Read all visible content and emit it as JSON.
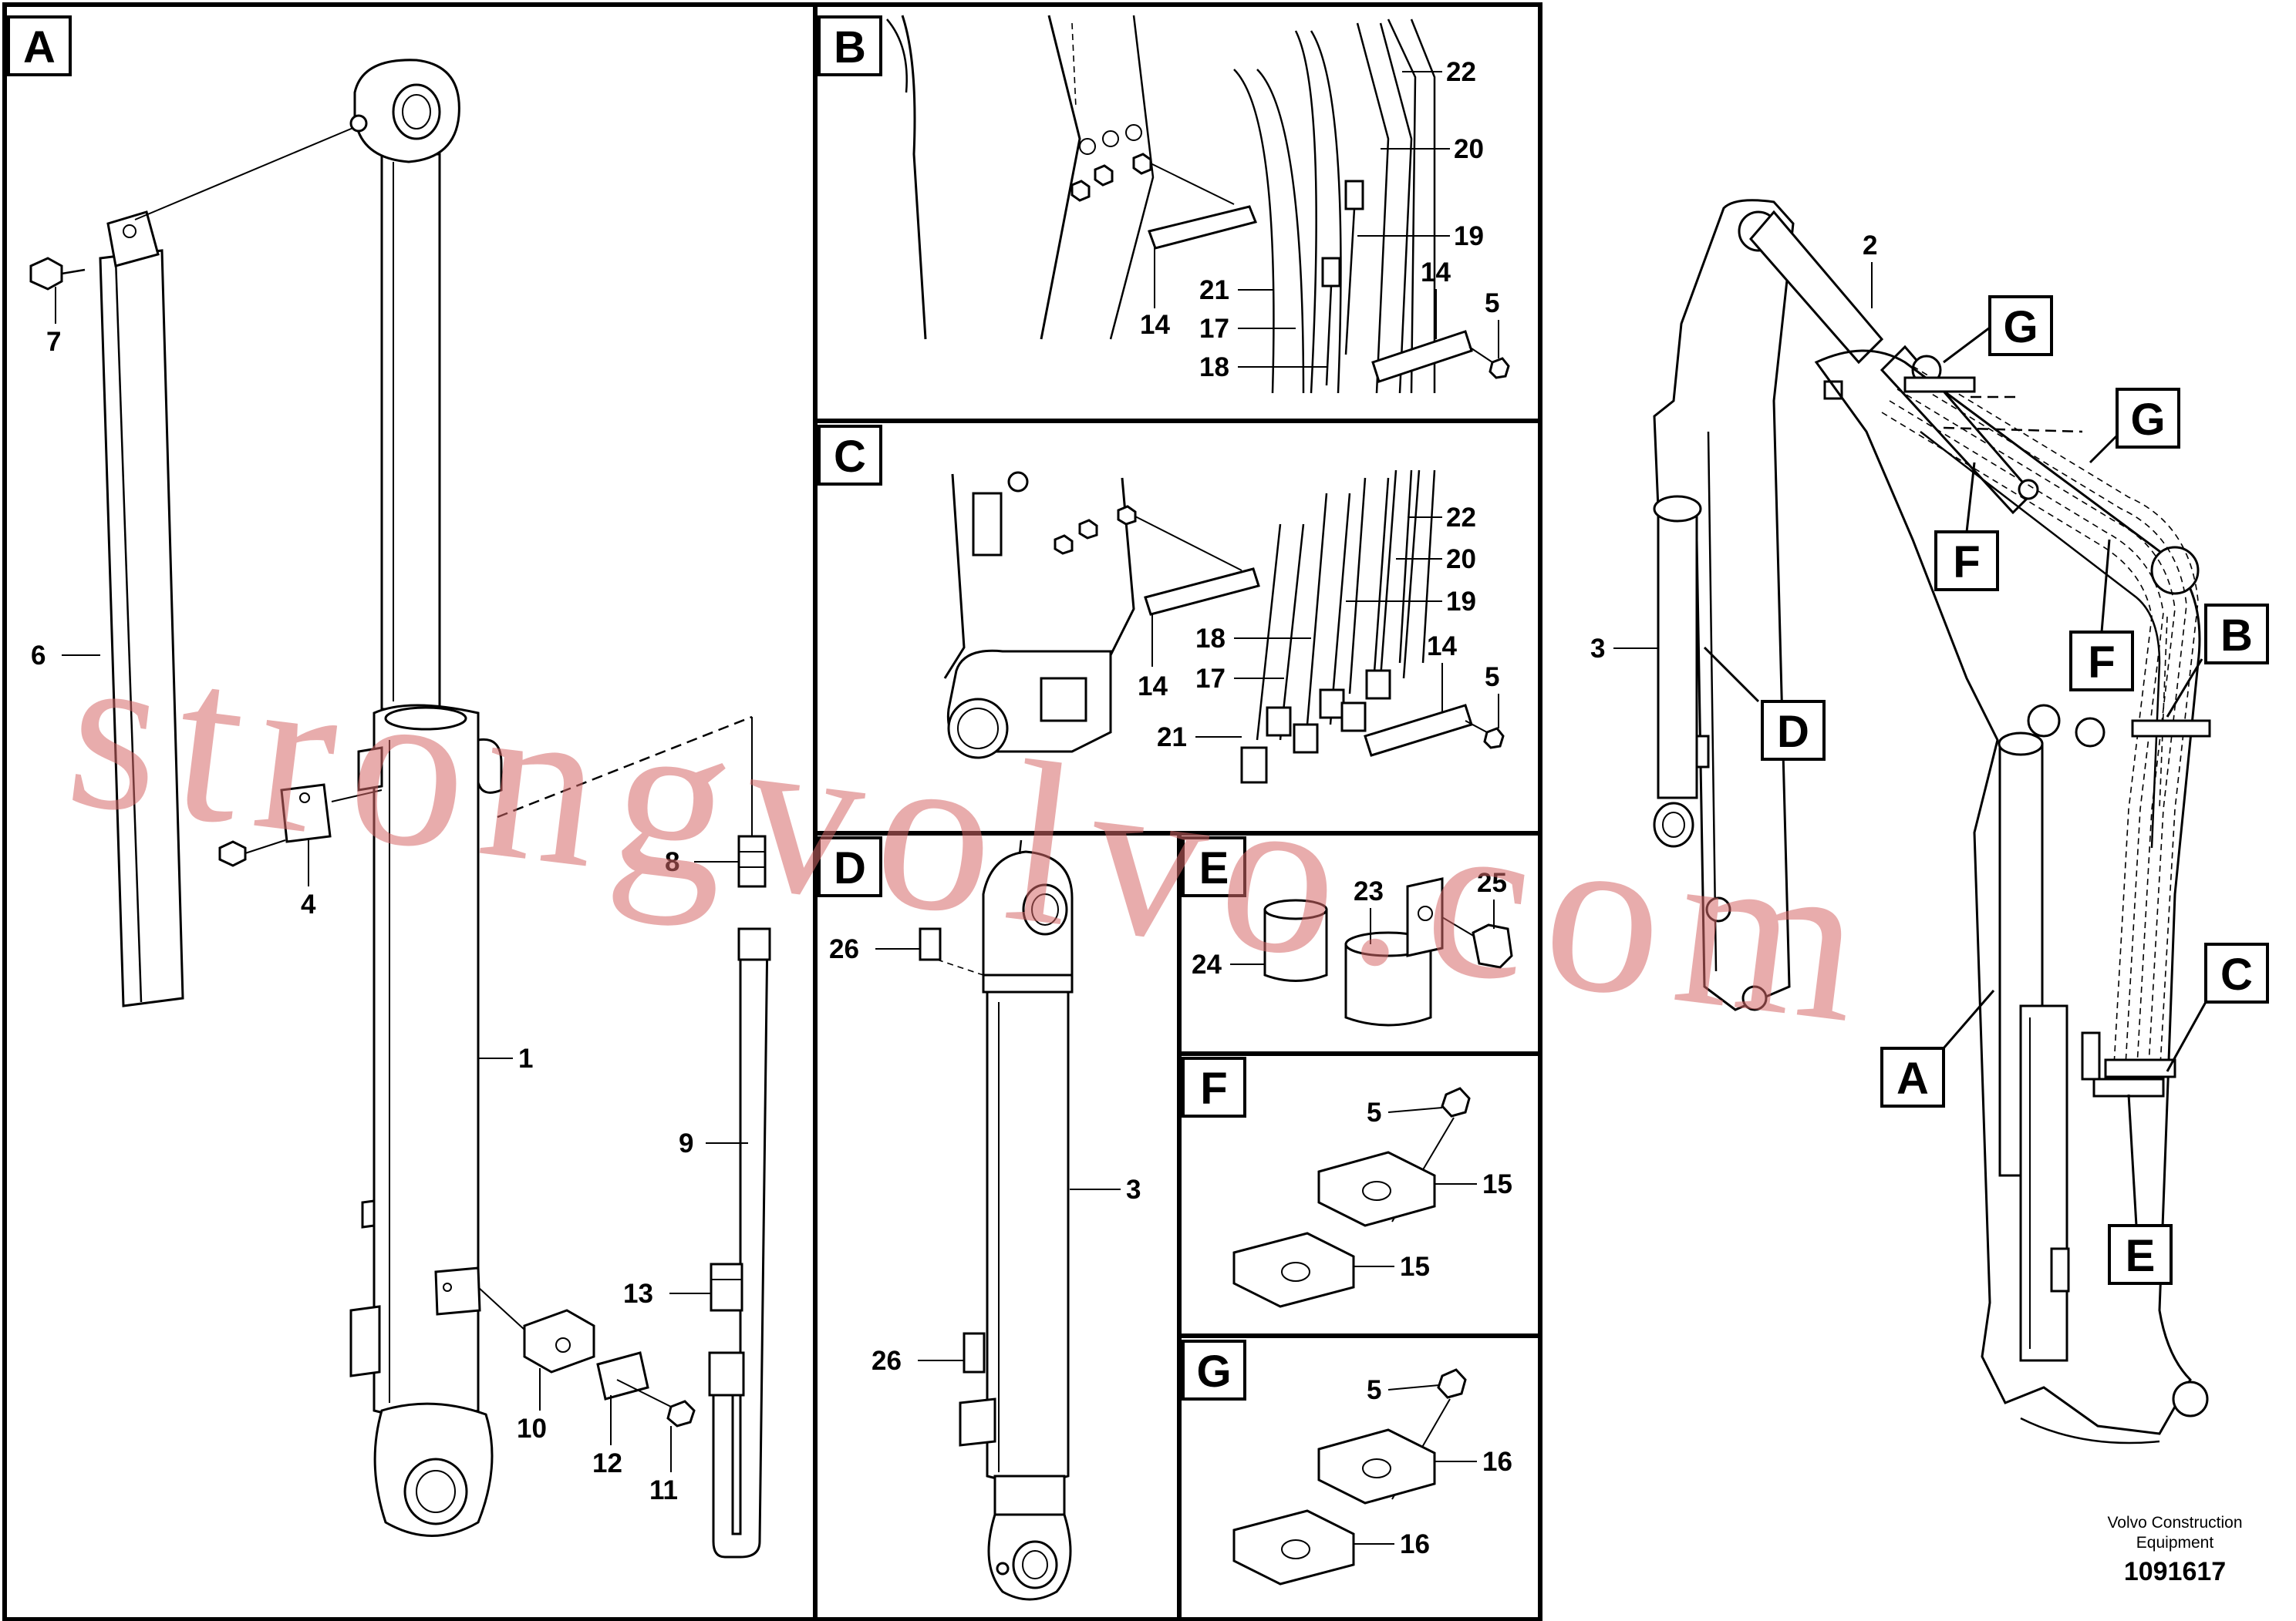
{
  "panels": {
    "A": "A",
    "B": "B",
    "C": "C",
    "D": "D",
    "E": "E",
    "F": "F",
    "G": "G"
  },
  "overview_tags": [
    "G",
    "G",
    "F",
    "F",
    "D",
    "B",
    "C",
    "A",
    "E"
  ],
  "callouts": {
    "A": [
      "6",
      "7",
      "4",
      "1",
      "8",
      "9",
      "13",
      "10",
      "12",
      "11"
    ],
    "B": [
      "22",
      "20",
      "19",
      "21",
      "17",
      "18",
      "14",
      "14",
      "5"
    ],
    "C": [
      "22",
      "20",
      "19",
      "18",
      "17",
      "14",
      "14",
      "5",
      "21"
    ],
    "D": [
      "26",
      "3",
      "26"
    ],
    "E": [
      "23",
      "25",
      "24"
    ],
    "F": [
      "5",
      "15",
      "15"
    ],
    "G": [
      "5",
      "16",
      "16"
    ],
    "overview": [
      "2",
      "3"
    ]
  },
  "watermark": "strongvolvo.com",
  "footer": {
    "company_line1": "Volvo Construction",
    "company_line2": "Equipment",
    "drawing_number": "1091617"
  }
}
